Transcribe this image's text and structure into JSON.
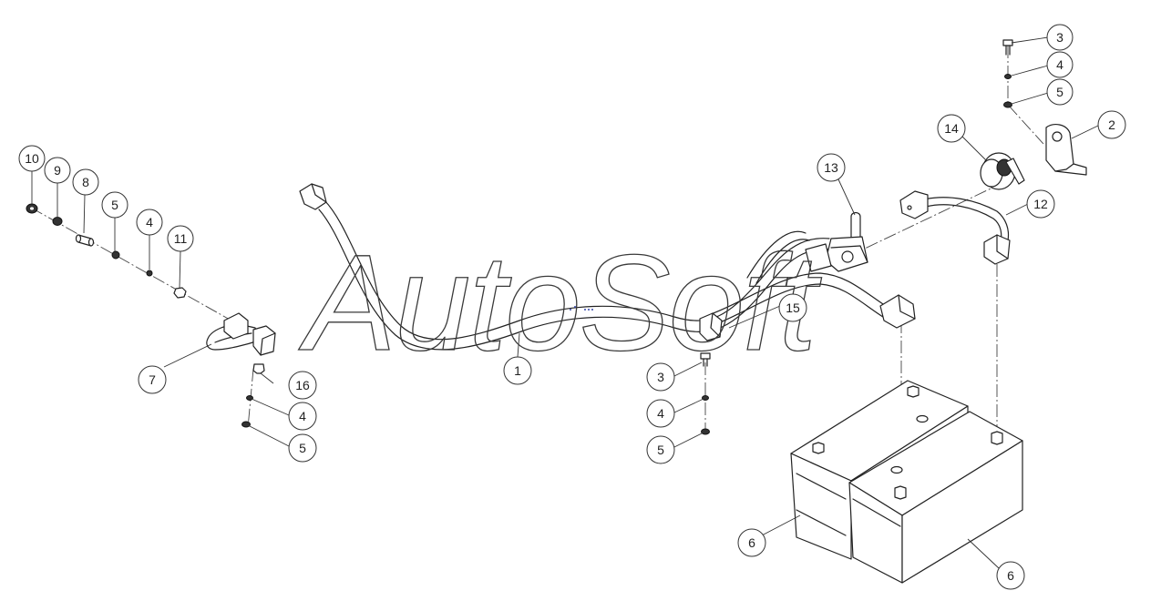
{
  "watermark": {
    "text": "AutoSoft"
  },
  "callouts": [
    {
      "id": "c1",
      "label": "1"
    },
    {
      "id": "c2",
      "label": "2"
    },
    {
      "id": "c3a",
      "label": "3"
    },
    {
      "id": "c3b",
      "label": "3"
    },
    {
      "id": "c4a",
      "label": "4"
    },
    {
      "id": "c4b",
      "label": "4"
    },
    {
      "id": "c4c",
      "label": "4"
    },
    {
      "id": "c4d",
      "label": "4"
    },
    {
      "id": "c5a",
      "label": "5"
    },
    {
      "id": "c5b",
      "label": "5"
    },
    {
      "id": "c5c",
      "label": "5"
    },
    {
      "id": "c5d",
      "label": "5"
    },
    {
      "id": "c6a",
      "label": "6"
    },
    {
      "id": "c6b",
      "label": "6"
    },
    {
      "id": "c7",
      "label": "7"
    },
    {
      "id": "c8",
      "label": "8"
    },
    {
      "id": "c9",
      "label": "9"
    },
    {
      "id": "c10",
      "label": "10"
    },
    {
      "id": "c11",
      "label": "11"
    },
    {
      "id": "c12",
      "label": "12"
    },
    {
      "id": "c13",
      "label": "13"
    },
    {
      "id": "c14",
      "label": "14"
    },
    {
      "id": "c15",
      "label": "15"
    },
    {
      "id": "c16",
      "label": "16"
    }
  ],
  "colors": {
    "line": "#222222",
    "background": "#ffffff",
    "watermark_stroke": "#3a3a3a"
  }
}
